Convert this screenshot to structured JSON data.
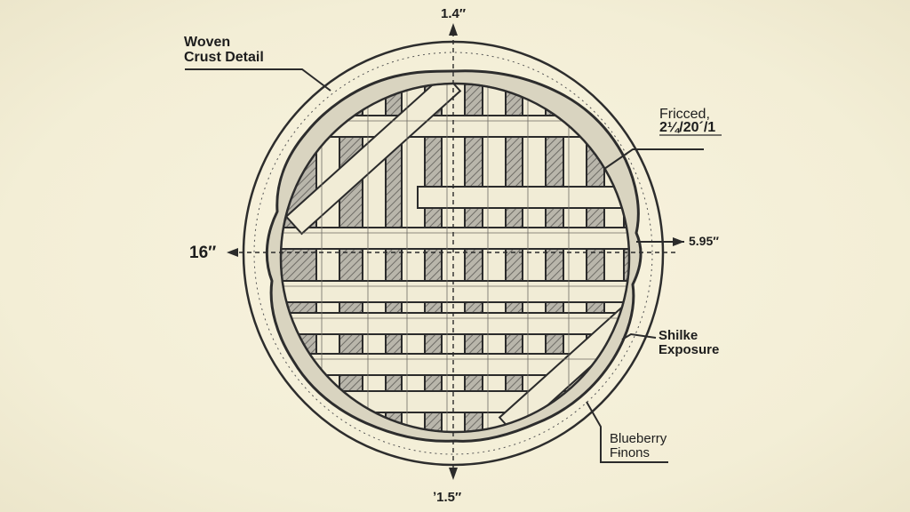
{
  "labels": {
    "top_dim": "1.4″",
    "bottom_dim": "ʼ1.5″",
    "left_dim": "16″",
    "right_dim": "5.95″",
    "woven_line1": "Woven",
    "woven_line2": "Crust Detail",
    "fried_line1": "Fricced,",
    "fried_line2": "2¼/20´/1",
    "shlike_line1": "Shilke",
    "shlike_line2": "Exposure",
    "blueberry_line1": "Blueberry",
    "blueberry_line2": "Fɨnons"
  },
  "colors": {
    "ink": "#2b2b2b",
    "paper": "#f6f1dc",
    "strip": "#f1ecd6",
    "gap": "#8c8a82"
  }
}
